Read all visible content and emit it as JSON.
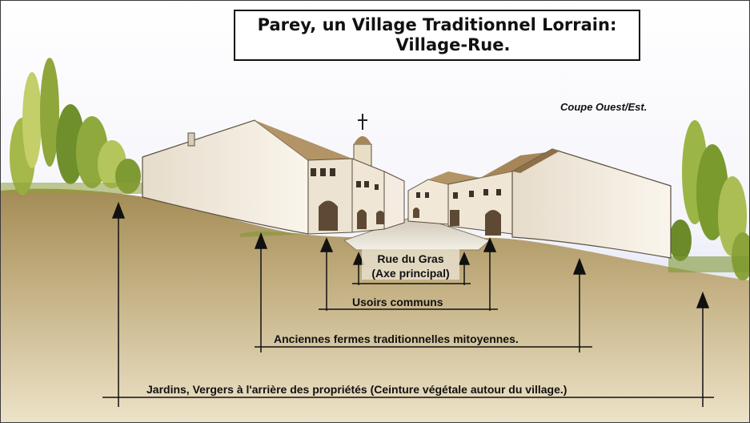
{
  "title": {
    "line1": "Parey, un Village Traditionnel Lorrain:",
    "line2": "Village-Rue."
  },
  "subtitle": "Coupe Ouest/Est.",
  "labels": {
    "rue_line1": "Rue du Gras",
    "rue_line2": "(Axe principal)",
    "usoirs": "Usoirs communs",
    "fermes": "Anciennes fermes traditionnelles mitoyennes.",
    "jardins": "Jardins, Vergers à l'arrière des propriétés (Ceinture végétale autour du village.)"
  },
  "colors": {
    "sky": "#c9d2ef",
    "ground": "#b6a071",
    "walls": "#f4ece0",
    "roof": "#a8895c",
    "trees": "#7a9a2e"
  }
}
